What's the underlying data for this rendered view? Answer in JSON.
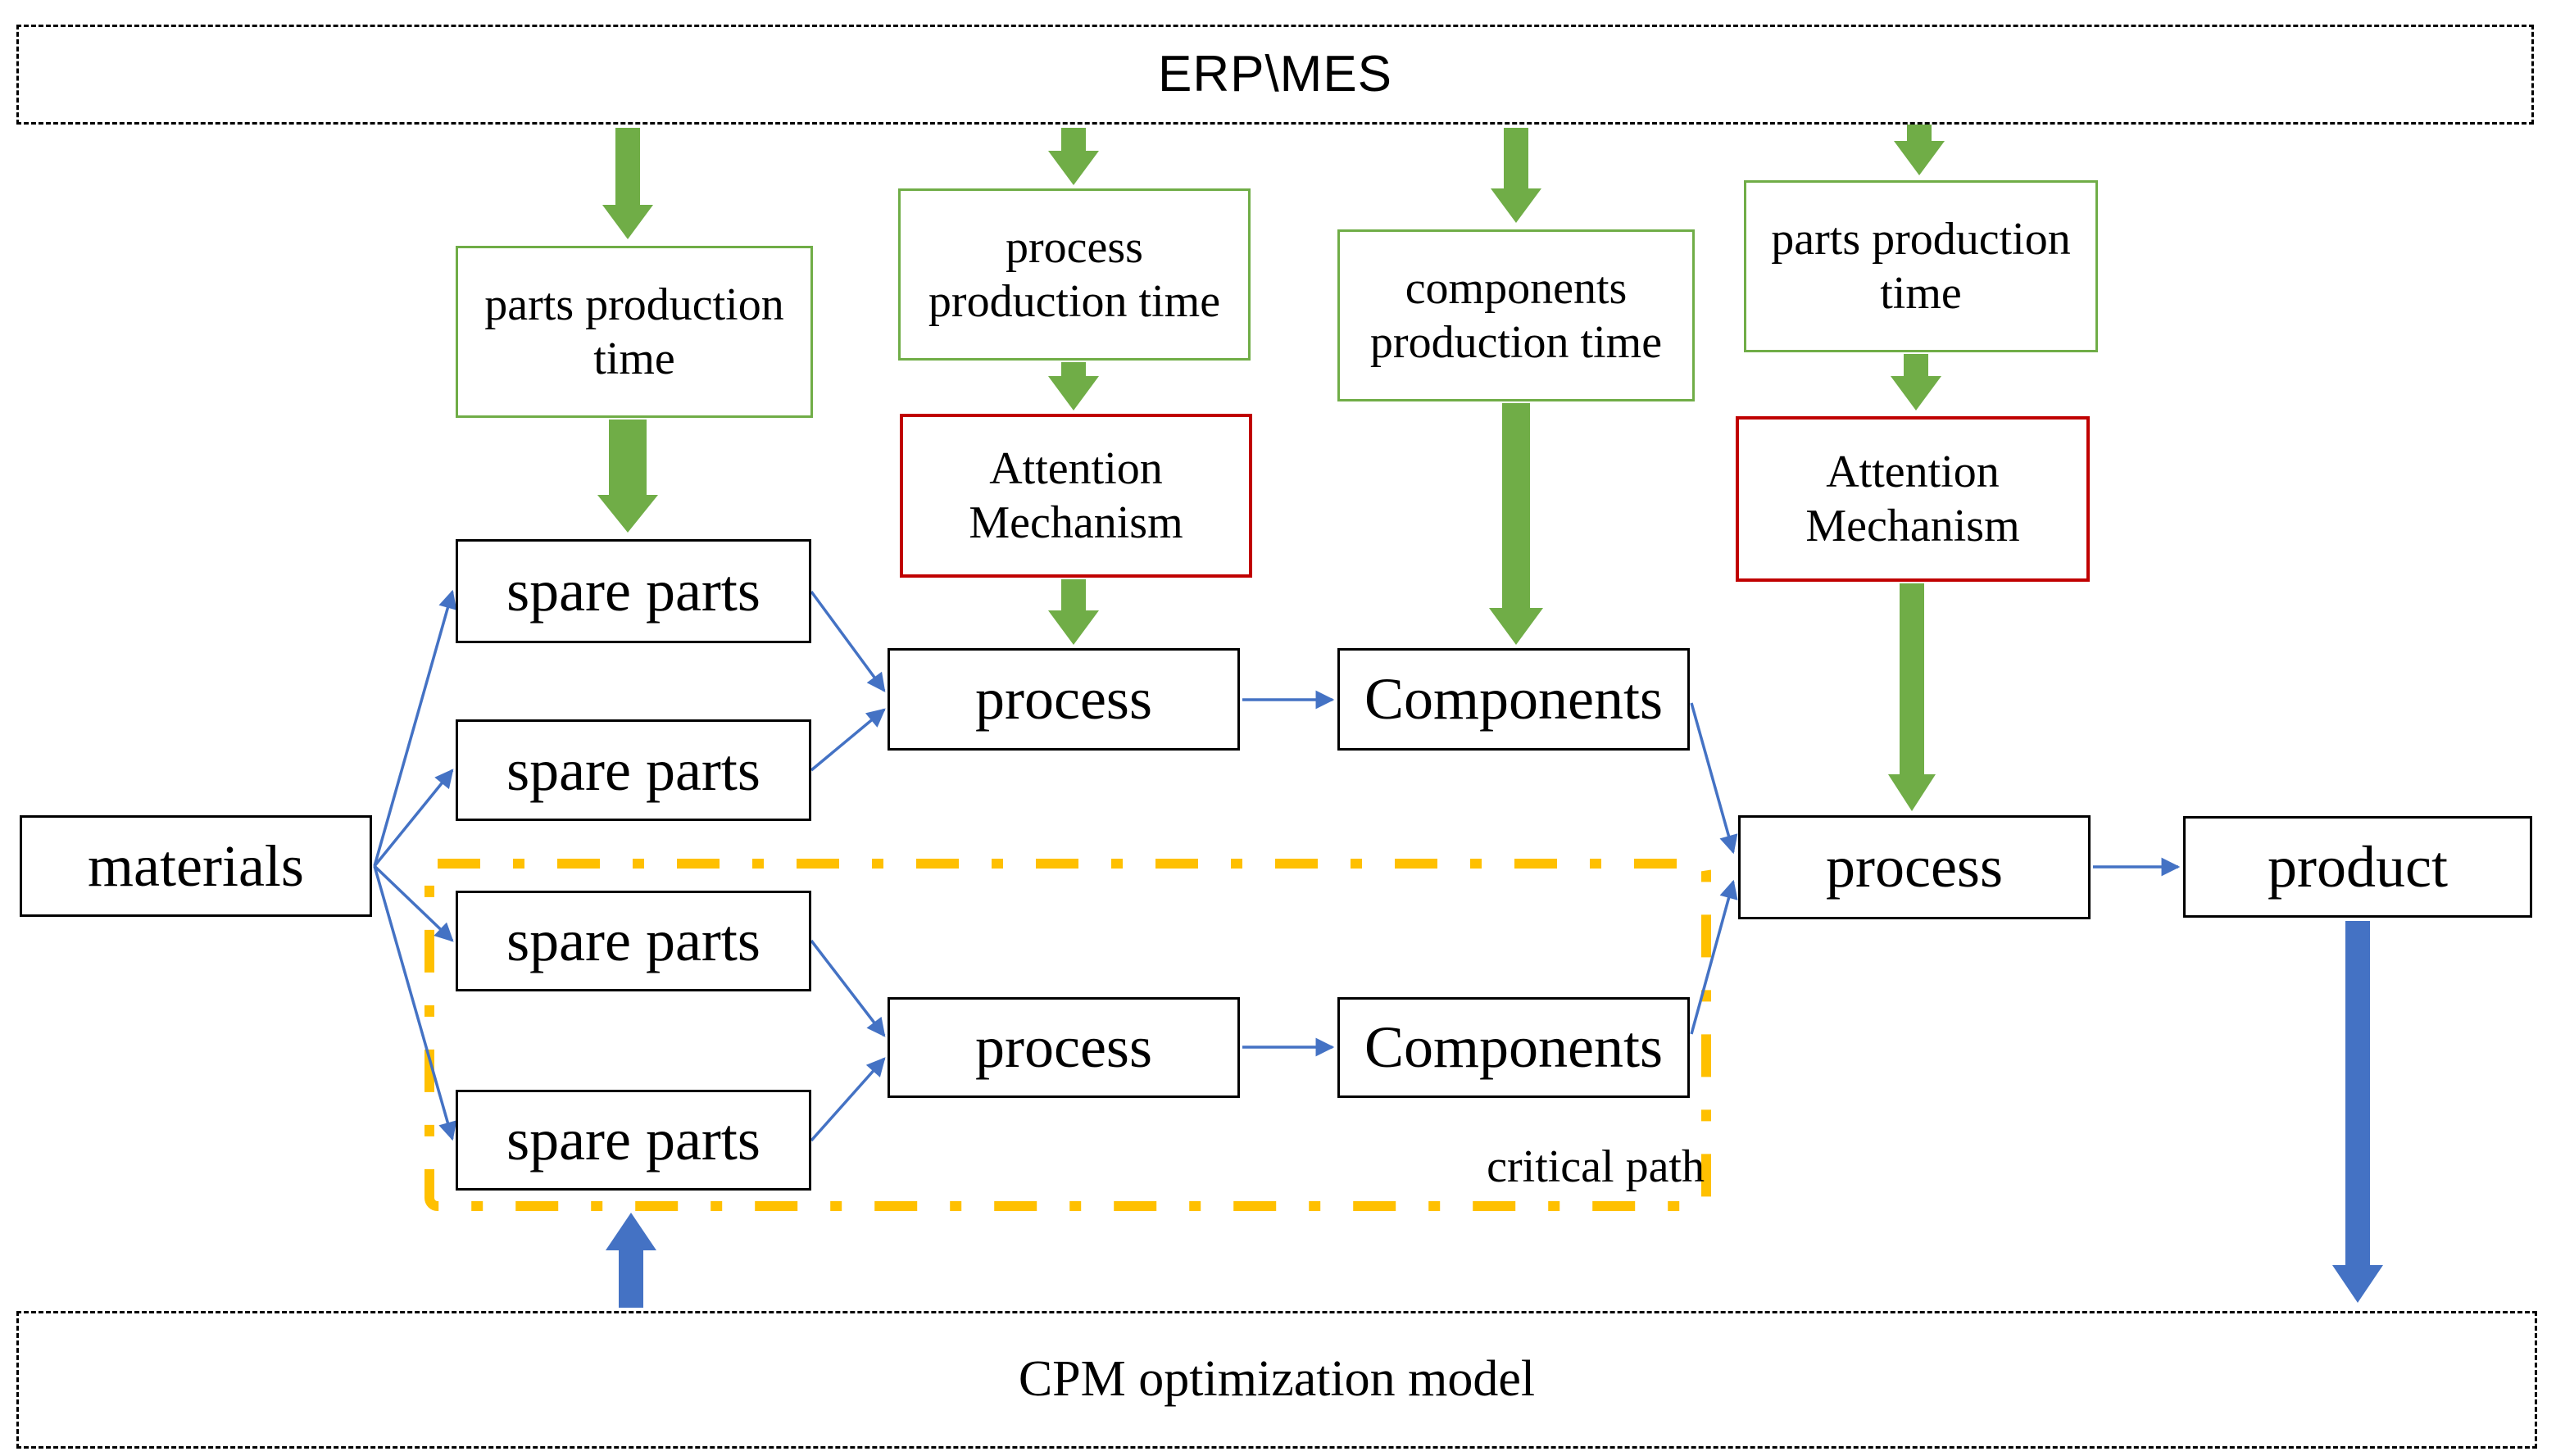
{
  "diagram": {
    "title_top": "ERP\\MES",
    "title_bottom": "CPM optimization model",
    "critical_path_label": "critical path"
  },
  "colors": {
    "green": "#70AD47",
    "blue": "#4472C4",
    "orange": "#FFC000",
    "red": "#C00000",
    "black": "#000000",
    "background": "#ffffff"
  },
  "time_boxes": {
    "parts_left": {
      "label": "parts production time"
    },
    "process_mid": {
      "label": "process production time"
    },
    "components": {
      "label": "components production time"
    },
    "parts_right": {
      "label": "parts production time"
    }
  },
  "attention_boxes": {
    "left": {
      "label": "Attention Mechanism"
    },
    "right": {
      "label": "Attention Mechanism"
    }
  },
  "flow_boxes": {
    "materials": {
      "label": "materials"
    },
    "spare_parts_1": {
      "label": "spare parts"
    },
    "spare_parts_2": {
      "label": "spare parts"
    },
    "spare_parts_3": {
      "label": "spare parts"
    },
    "spare_parts_4": {
      "label": "spare parts"
    },
    "process_top": {
      "label": "process"
    },
    "components_top": {
      "label": "Components"
    },
    "process_bottom": {
      "label": "process"
    },
    "components_bottom": {
      "label": "Components"
    },
    "process_final": {
      "label": "process"
    },
    "product": {
      "label": "product"
    }
  }
}
